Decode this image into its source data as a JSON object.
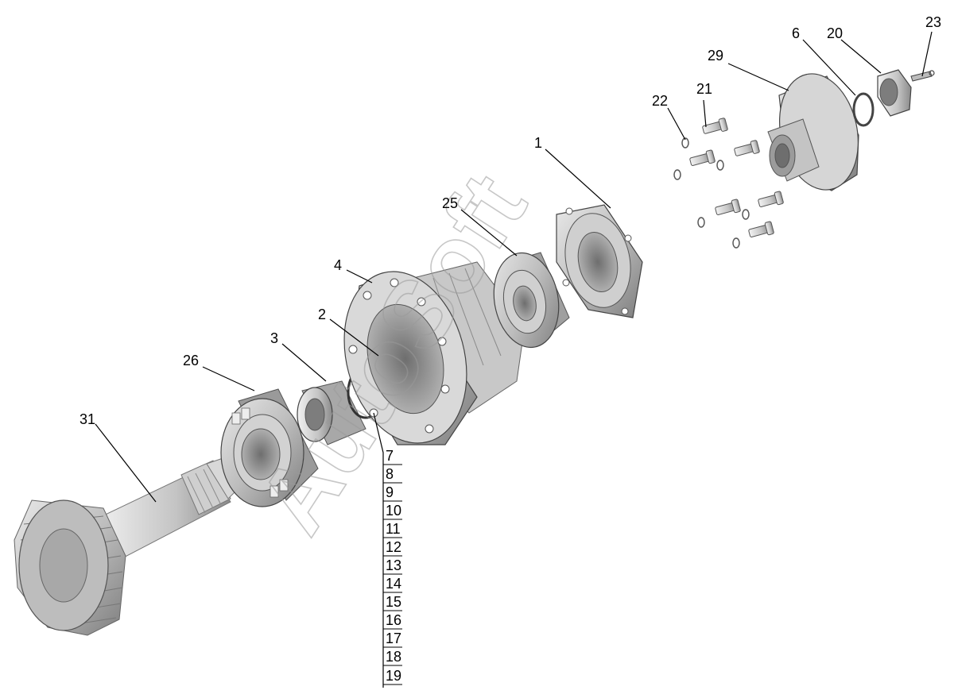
{
  "diagram": {
    "watermark": "AutoSoft",
    "callouts": [
      {
        "id": "c1",
        "label": "1"
      },
      {
        "id": "c2",
        "label": "2"
      },
      {
        "id": "c3",
        "label": "3"
      },
      {
        "id": "c4",
        "label": "4"
      },
      {
        "id": "c6",
        "label": "6"
      },
      {
        "id": "c20",
        "label": "20"
      },
      {
        "id": "c21",
        "label": "21"
      },
      {
        "id": "c22",
        "label": "22"
      },
      {
        "id": "c23",
        "label": "23"
      },
      {
        "id": "c25",
        "label": "25"
      },
      {
        "id": "c26",
        "label": "26"
      },
      {
        "id": "c29",
        "label": "29"
      },
      {
        "id": "c31",
        "label": "31"
      }
    ],
    "shim_stack": [
      "7",
      "8",
      "9",
      "10",
      "11",
      "12",
      "13",
      "14",
      "15",
      "16",
      "17",
      "18",
      "19"
    ]
  }
}
